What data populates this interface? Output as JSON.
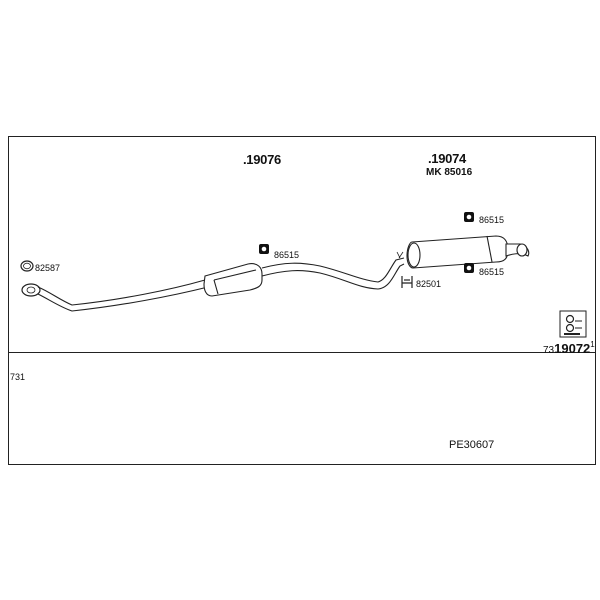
{
  "parts": {
    "rear_pipe": {
      "number": ".19076"
    },
    "rear_silencer": {
      "number": ".19074",
      "kit": "MK  85016"
    }
  },
  "fittings": {
    "gasket_front": "82587",
    "rubber_mount_mid": "86515",
    "rubber_mount_rear_top": "86515",
    "rubber_mount_rear_bottom": "86515",
    "clamp": "82501"
  },
  "assembly_code": {
    "prefix": "73",
    "main": "19072",
    "suffix": "1"
  },
  "footer": {
    "note": "731",
    "set_number": "PE30607"
  }
}
